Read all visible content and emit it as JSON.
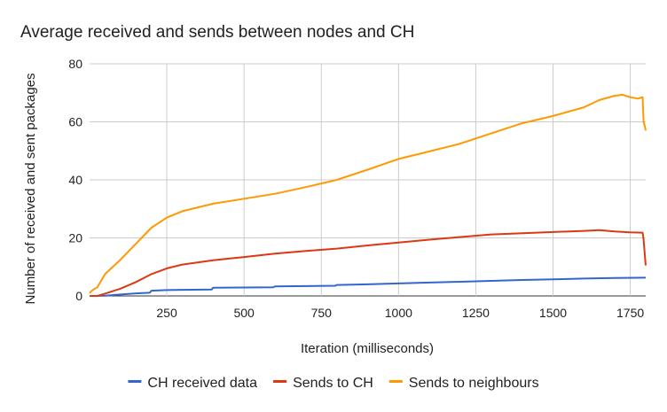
{
  "chart_data": {
    "type": "line",
    "title": "Average received and sends between nodes and CH",
    "xlabel": "Iteration (milliseconds)",
    "ylabel": "Number of received and sent packages",
    "xlim": [
      0,
      1800
    ],
    "ylim": [
      0,
      80
    ],
    "x_ticks": [
      250,
      500,
      750,
      1000,
      1250,
      1500,
      1750
    ],
    "y_ticks": [
      0,
      20,
      40,
      60,
      80
    ],
    "grid": true,
    "legend_position": "bottom",
    "series": [
      {
        "name": "CH received data",
        "color": "#3366cc",
        "points": [
          [
            0,
            0
          ],
          [
            50,
            0.1
          ],
          [
            100,
            0.5
          ],
          [
            150,
            0.9
          ],
          [
            195,
            1.1
          ],
          [
            200,
            1.8
          ],
          [
            250,
            2.0
          ],
          [
            300,
            2.1
          ],
          [
            395,
            2.2
          ],
          [
            400,
            2.8
          ],
          [
            500,
            2.9
          ],
          [
            595,
            3.0
          ],
          [
            600,
            3.3
          ],
          [
            700,
            3.4
          ],
          [
            795,
            3.5
          ],
          [
            800,
            3.8
          ],
          [
            900,
            4.0
          ],
          [
            1000,
            4.3
          ],
          [
            1100,
            4.6
          ],
          [
            1200,
            4.9
          ],
          [
            1300,
            5.2
          ],
          [
            1400,
            5.5
          ],
          [
            1500,
            5.7
          ],
          [
            1600,
            6.0
          ],
          [
            1700,
            6.2
          ],
          [
            1800,
            6.3
          ]
        ]
      },
      {
        "name": "Sends to CH",
        "color": "#dc3912",
        "points": [
          [
            0,
            0
          ],
          [
            25,
            0
          ],
          [
            50,
            0.8
          ],
          [
            100,
            2.5
          ],
          [
            150,
            4.8
          ],
          [
            200,
            7.5
          ],
          [
            250,
            9.5
          ],
          [
            300,
            10.8
          ],
          [
            400,
            12.3
          ],
          [
            500,
            13.4
          ],
          [
            600,
            14.6
          ],
          [
            700,
            15.5
          ],
          [
            800,
            16.3
          ],
          [
            900,
            17.4
          ],
          [
            1000,
            18.4
          ],
          [
            1100,
            19.4
          ],
          [
            1200,
            20.3
          ],
          [
            1300,
            21.2
          ],
          [
            1400,
            21.6
          ],
          [
            1500,
            22.0
          ],
          [
            1600,
            22.4
          ],
          [
            1650,
            22.7
          ],
          [
            1700,
            22.2
          ],
          [
            1750,
            21.9
          ],
          [
            1790,
            21.8
          ],
          [
            1793,
            19.5
          ],
          [
            1797,
            14.0
          ],
          [
            1800,
            10.5
          ]
        ]
      },
      {
        "name": "Sends to neighbours",
        "color": "#ff9900",
        "points": [
          [
            0,
            1
          ],
          [
            10,
            2.0
          ],
          [
            25,
            3.0
          ],
          [
            50,
            7.5
          ],
          [
            100,
            12.5
          ],
          [
            150,
            18.0
          ],
          [
            200,
            23.5
          ],
          [
            250,
            27.0
          ],
          [
            300,
            29.2
          ],
          [
            350,
            30.5
          ],
          [
            400,
            31.8
          ],
          [
            500,
            33.5
          ],
          [
            600,
            35.2
          ],
          [
            700,
            37.5
          ],
          [
            800,
            40.0
          ],
          [
            900,
            43.5
          ],
          [
            1000,
            47.2
          ],
          [
            1100,
            49.8
          ],
          [
            1200,
            52.5
          ],
          [
            1300,
            56.0
          ],
          [
            1400,
            59.5
          ],
          [
            1500,
            62.0
          ],
          [
            1600,
            65.0
          ],
          [
            1650,
            67.5
          ],
          [
            1700,
            69.0
          ],
          [
            1725,
            69.3
          ],
          [
            1750,
            68.5
          ],
          [
            1775,
            68.0
          ],
          [
            1790,
            68.5
          ],
          [
            1793,
            60.0
          ],
          [
            1797,
            58.5
          ],
          [
            1800,
            57.0
          ]
        ]
      }
    ]
  }
}
